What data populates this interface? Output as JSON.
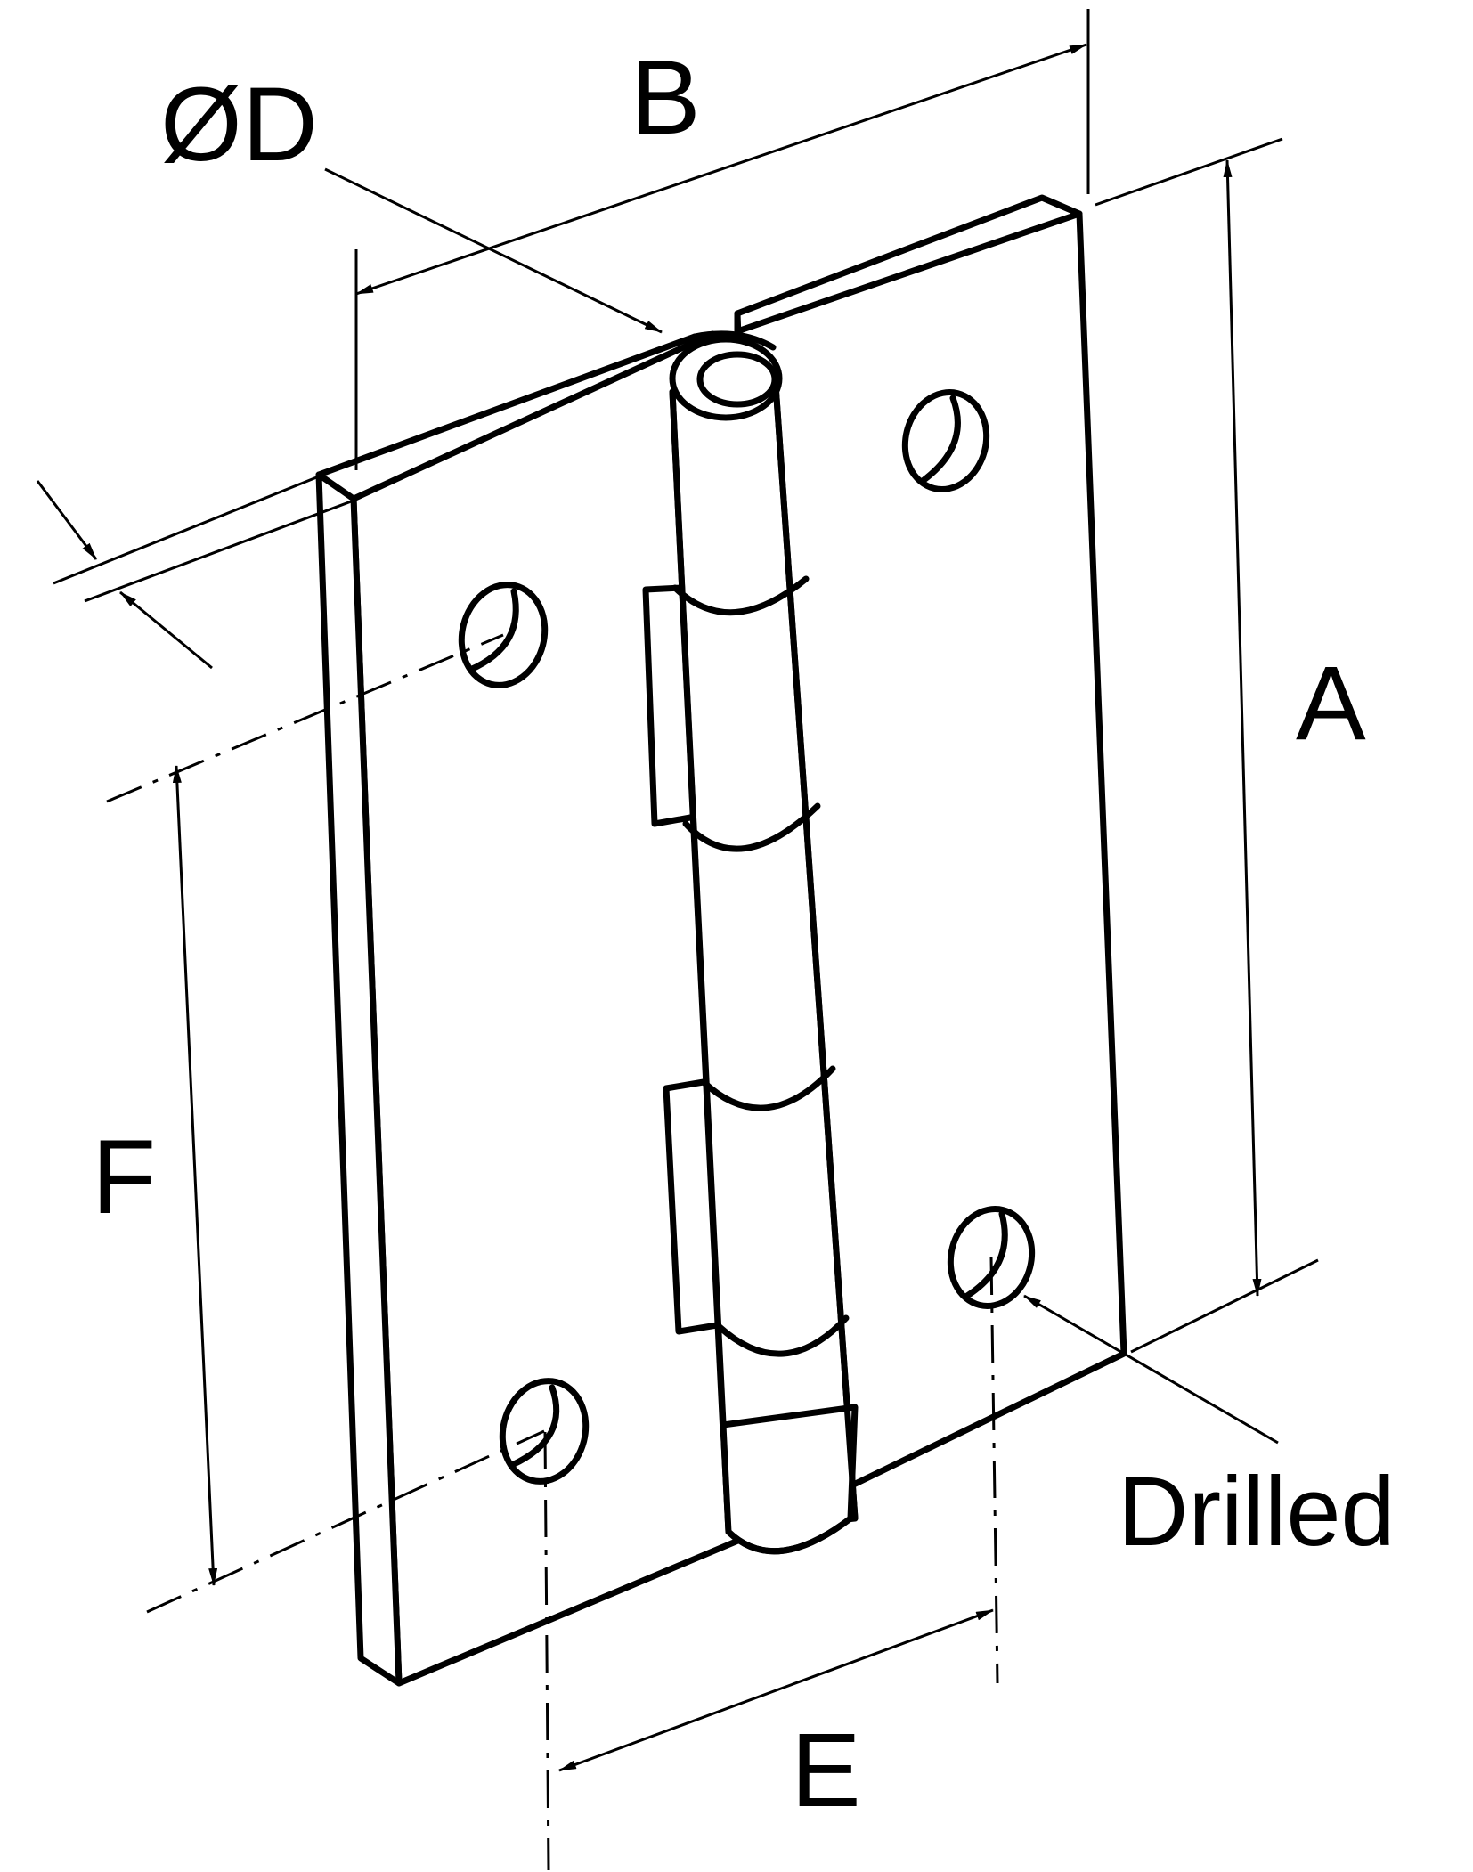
{
  "labels": {
    "A": "A",
    "B": "B",
    "D": "ØD",
    "E": "E",
    "F": "F",
    "drilled": "Drilled"
  },
  "colors": {
    "stroke": "#000000",
    "background": "#ffffff"
  }
}
